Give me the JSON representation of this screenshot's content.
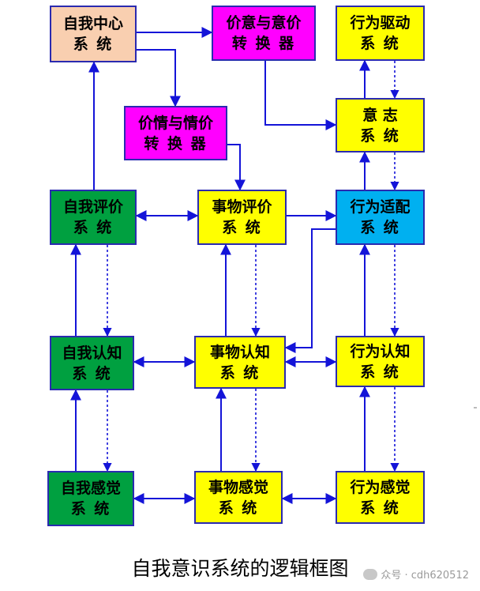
{
  "colors": {
    "peach": "#f9cfb0",
    "magenta": "#ff00ff",
    "yellow": "#ffff00",
    "green": "#00a040",
    "cyan": "#00b0f0",
    "border": "#2a2ab0",
    "arrow": "#1414d8"
  },
  "boxes": {
    "self_center": {
      "line1": "自我中心",
      "line2": "系   统"
    },
    "value_will": {
      "line1": "价意与意价",
      "line2": "转 换 器"
    },
    "action_drive": {
      "line1": "行为驱动",
      "line2": "系   统"
    },
    "value_emotion": {
      "line1": "价情与情价",
      "line2": "转 换 器"
    },
    "will": {
      "line1": "意   志",
      "line2": "系   统"
    },
    "self_eval": {
      "line1": "自我评价",
      "line2": "系   统"
    },
    "thing_eval": {
      "line1": "事物评价",
      "line2": "系   统"
    },
    "action_adapt": {
      "line1": "行为适配",
      "line2": "系   统"
    },
    "self_cog": {
      "line1": "自我认知",
      "line2": "系   统"
    },
    "thing_cog": {
      "line1": "事物认知",
      "line2": "系   统"
    },
    "action_cog": {
      "line1": "行为认知",
      "line2": "系   统"
    },
    "self_sense": {
      "line1": "自我感觉",
      "line2": "系   统"
    },
    "thing_sense": {
      "line1": "事物感觉",
      "line2": "系   统"
    },
    "action_sense": {
      "line1": "行为感觉",
      "line2": "系   统"
    }
  },
  "caption": "自我意识系统的逻辑框图",
  "watermark": "众号 · cdh620512"
}
